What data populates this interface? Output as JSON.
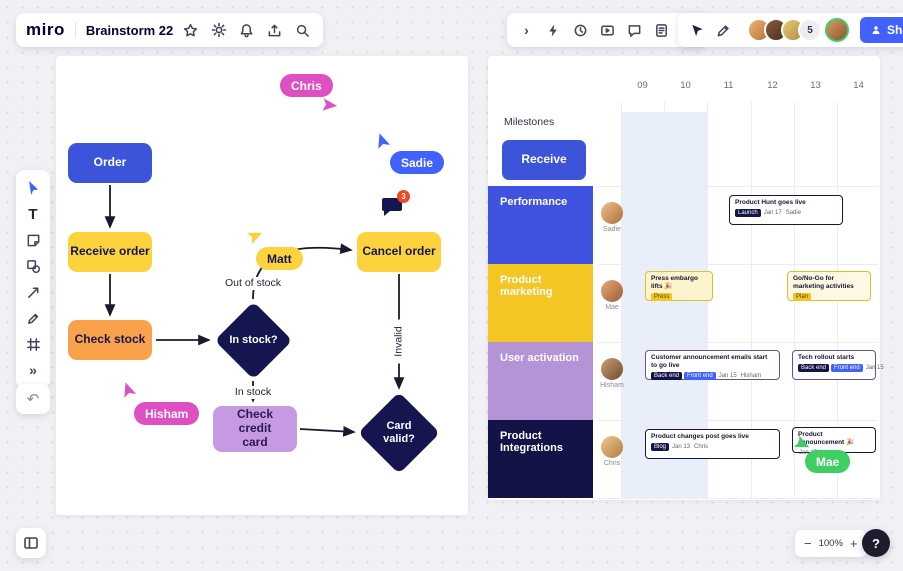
{
  "app": {
    "logo": "miro",
    "board_name": "Brainstorm 22",
    "share_label": "Share",
    "overflow_count": "5"
  },
  "glyphs": {
    "text_tool": "T",
    "more_tools": "»",
    "undo": "↶",
    "chevron_right": "›",
    "chevron_double": "»",
    "minus": "−",
    "plus": "+",
    "help": "?"
  },
  "flowchart": {
    "nodes": {
      "order": "Order",
      "receive_order": "Receive order",
      "check_stock": "Check stock",
      "in_stock": "In stock?",
      "cancel_order": "Cancel order",
      "check_credit_card": "Check credit card",
      "card_valid": "Card valid?"
    },
    "edge_labels": {
      "out_of_stock": "Out of stock",
      "in_stock": "In stock",
      "invalid": "Invalid"
    },
    "comment_count": "3",
    "cursors": {
      "chris": {
        "label": "Chris",
        "color": "#de4fc2"
      },
      "sadie": {
        "label": "Sadie",
        "color": "#4262ff"
      },
      "matt": {
        "label": "Matt",
        "color": "#fcd23d"
      },
      "hisham": {
        "label": "Hisham",
        "color": "#de4fc2"
      }
    },
    "node_colors": {
      "blue": "#3b54d9",
      "yellow": "#fcd23d",
      "orange": "#faa14b",
      "purple": "#c59ae3",
      "navy": "#15164f"
    }
  },
  "timeline": {
    "columns": [
      "09",
      "10",
      "11",
      "12",
      "13",
      "14"
    ],
    "milestones_label": "Milestones",
    "milestone_card": "Receive",
    "rows": [
      {
        "label": "Performance",
        "owner": "Sadie",
        "color": "#4052e0",
        "cards": [
          {
            "title": "Product Hunt goes live",
            "chips": [
              "Launch",
              "Jan 17",
              "Sadie"
            ]
          }
        ]
      },
      {
        "label": "Product marketing",
        "owner": "Mae",
        "color": "#f3c623",
        "cards": [
          {
            "title": "Press embargo lifts 🎉",
            "chips": [
              "Press"
            ]
          },
          {
            "title": "Go/No-Go for marketing activities",
            "chips": [
              "Plan"
            ]
          }
        ]
      },
      {
        "label": "User activation",
        "owner": "Hisham",
        "color": "#b493d6",
        "cards": [
          {
            "title": "Customer announcement emails start to go live",
            "chips": [
              "Back end",
              "Front end",
              "Jan 15",
              "Hisham"
            ]
          },
          {
            "title": "Tech rollout starts",
            "chips": [
              "Back end",
              "Front end",
              "Jan 15"
            ]
          }
        ]
      },
      {
        "label": "Product Integrations",
        "owner": "Chris",
        "color": "#131347",
        "cards": [
          {
            "title": "Product changes post goes live",
            "chips": [
              "Blog",
              "Jan 13",
              "Chris"
            ]
          },
          {
            "title": "Product announcement 🎉",
            "chips": [
              "Jan 17"
            ]
          }
        ]
      }
    ],
    "cursor": {
      "label": "Mae",
      "color": "#3ecf63"
    }
  },
  "zoom": {
    "level": "100%"
  }
}
